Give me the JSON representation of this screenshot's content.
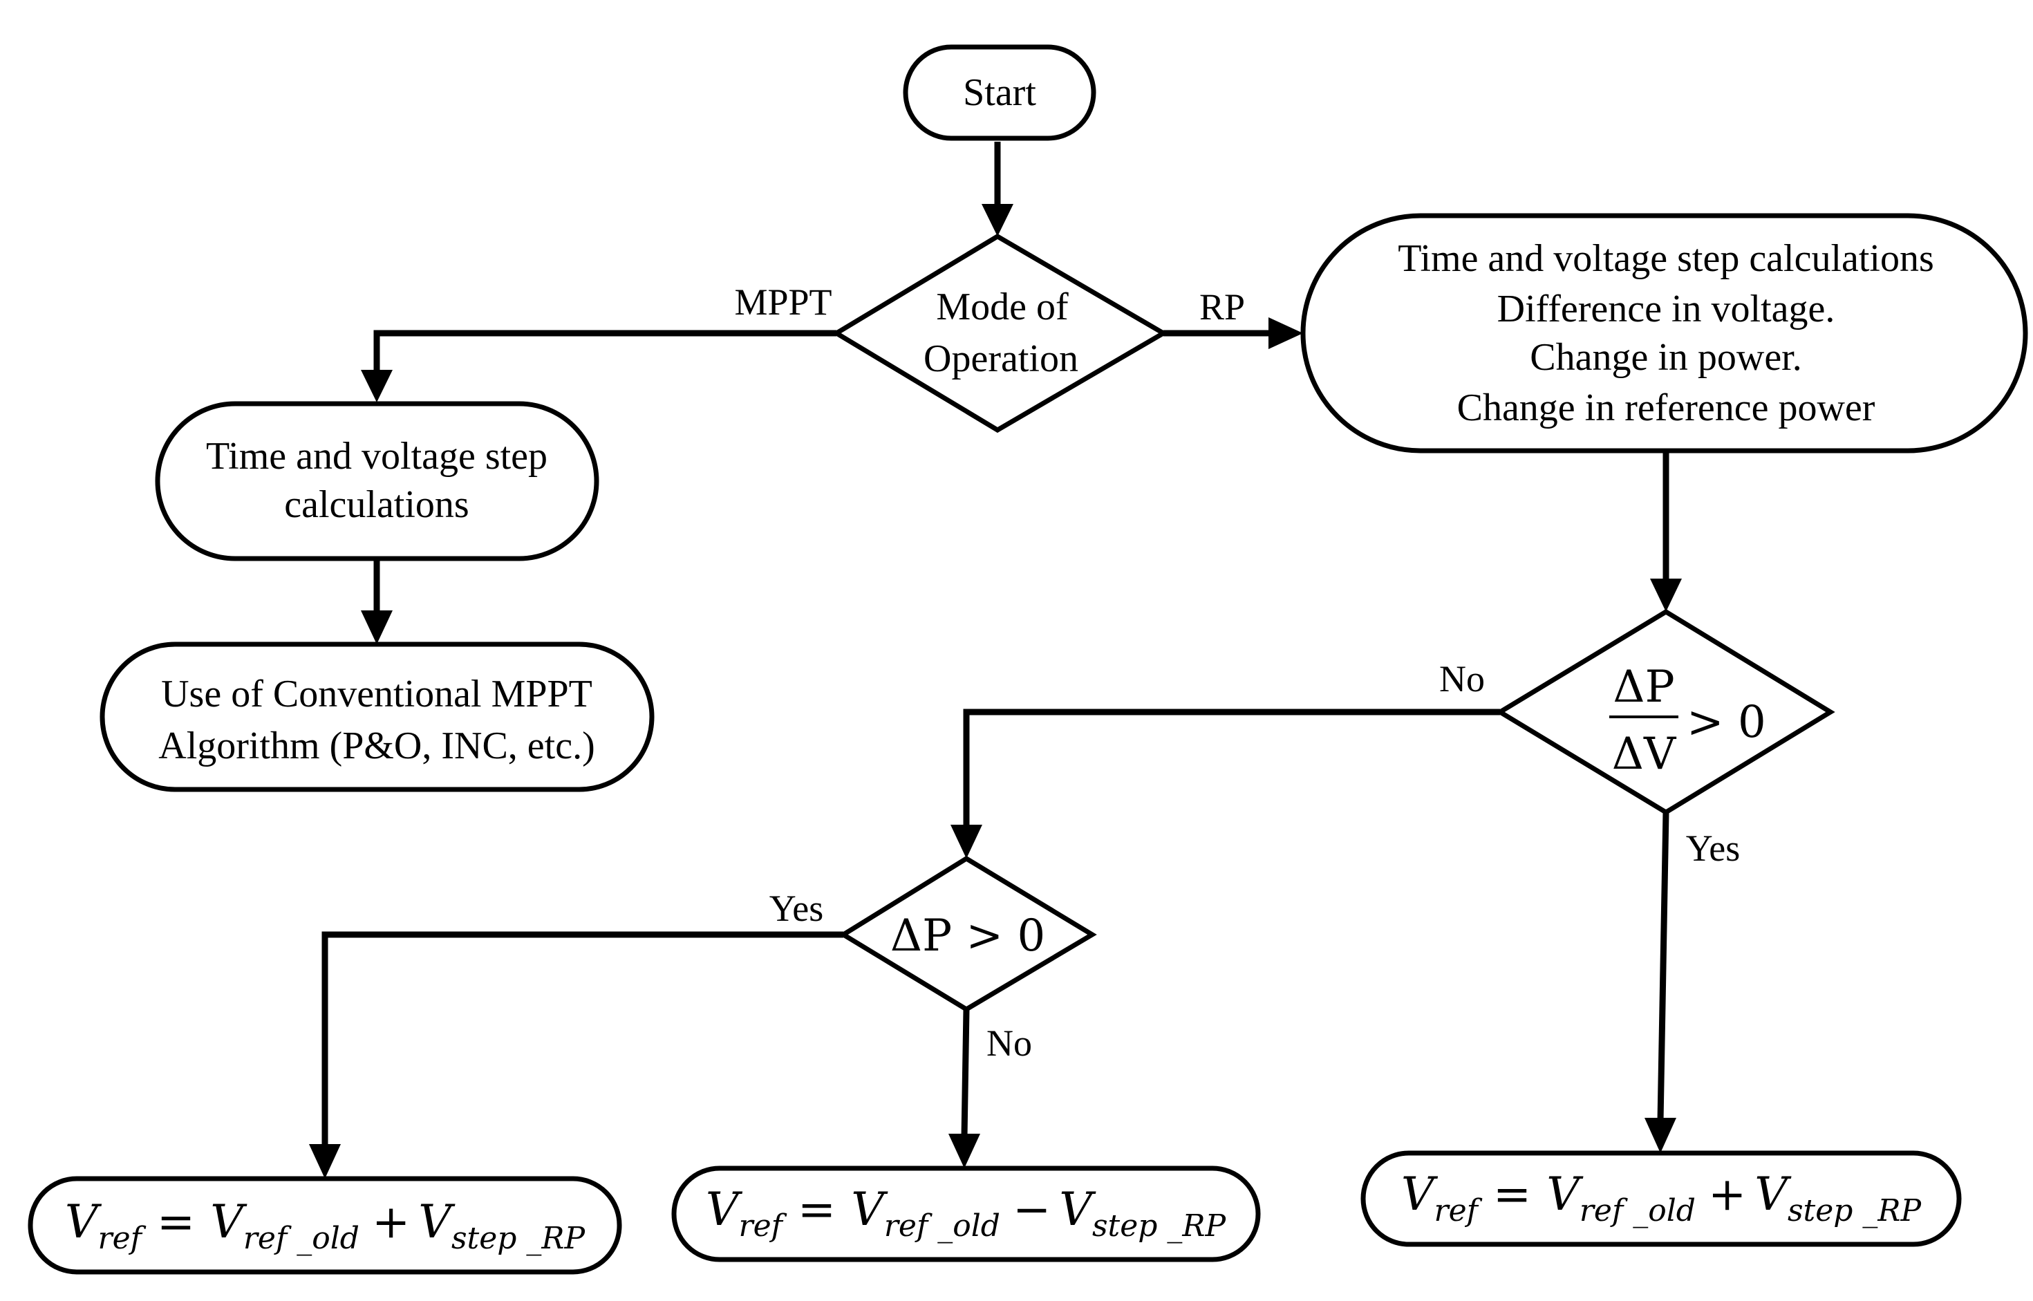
{
  "nodes": {
    "start": "Start",
    "mode": [
      "Mode of",
      "Operation"
    ],
    "rp_calc": [
      "Time and voltage step calculations",
      "Difference in voltage.",
      "Change in power.",
      "Change in reference power"
    ],
    "mppt_calc": [
      "Time and voltage step",
      "calculations"
    ],
    "conventional": [
      "Use of Conventional MPPT",
      "Algorithm (P&O, INC, etc.)"
    ],
    "dpdv": {
      "delta_p": "ΔP",
      "delta_v": "ΔV",
      "rel": "> 0"
    },
    "dp": "ΔP > 0",
    "eq_left": {
      "lhs": "V",
      "lhs_sub": "ref",
      "eq": "=",
      "t1": "V",
      "t1_sub": "ref _old",
      "op": "+",
      "t2": "V",
      "t2_sub": "step _RP"
    },
    "eq_middle": {
      "lhs": "V",
      "lhs_sub": "ref",
      "eq": "=",
      "t1": "V",
      "t1_sub": "ref _old",
      "op": "−",
      "t2": "V",
      "t2_sub": "step _RP"
    },
    "eq_right": {
      "lhs": "V",
      "lhs_sub": "ref",
      "eq": "=",
      "t1": "V",
      "t1_sub": "ref _old",
      "op": "+",
      "t2": "V",
      "t2_sub": "step _RP"
    }
  },
  "edges": {
    "mppt": "MPPT",
    "rp": "RP",
    "dpdv_no": "No",
    "dpdv_yes": "Yes",
    "dp_yes": "Yes",
    "dp_no": "No"
  }
}
